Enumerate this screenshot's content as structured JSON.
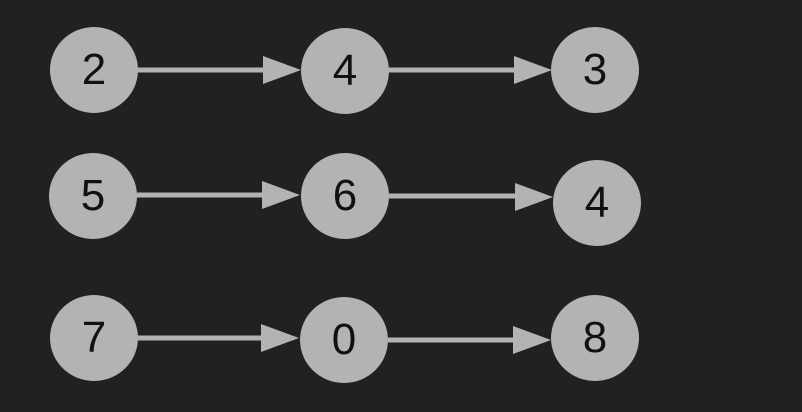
{
  "diagram": {
    "type": "linked-lists",
    "background_color": "#212121",
    "node_fill_color": "#b3b3b3",
    "node_text_color": "#111111",
    "arrow_color": "#b3b3b3",
    "lists": [
      {
        "nodes": [
          "2",
          "4",
          "3"
        ]
      },
      {
        "nodes": [
          "5",
          "6",
          "4"
        ]
      },
      {
        "nodes": [
          "7",
          "0",
          "8"
        ]
      }
    ]
  }
}
